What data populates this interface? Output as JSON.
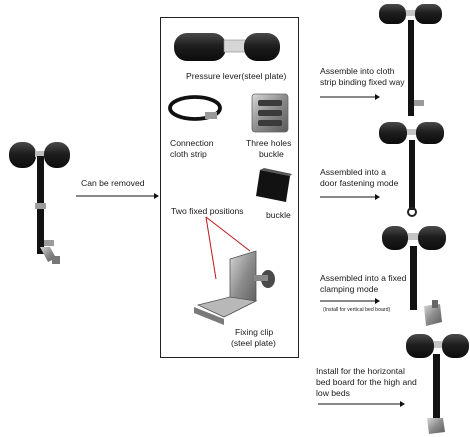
{
  "main_flow": {
    "arrow_label": "Can be removed"
  },
  "parts": {
    "pressure_lever": "Pressure lever(steel plate)",
    "connection_strip": [
      "Connection",
      "cloth strip"
    ],
    "three_holes_buckle": [
      "Three holes",
      "buckle"
    ],
    "buckle": "buckle",
    "two_fixed_positions": "Two fixed positions",
    "fixing_clip": [
      "Fixing clip",
      "(steel plate)"
    ]
  },
  "modes": [
    {
      "lines": [
        "Assemble into cloth",
        "strip binding fixed way"
      ],
      "note": ""
    },
    {
      "lines": [
        "Assembled into a",
        "door fastening mode"
      ],
      "note": ""
    },
    {
      "lines": [
        "Assembled into a fixed",
        "clamping mode"
      ],
      "note": "(Install for vertical bed board)"
    },
    {
      "lines": [
        "Install for the horizontal",
        "bed board for the high and",
        "low beds"
      ],
      "note": ""
    }
  ],
  "colors": {
    "foam": "#1c1c1c",
    "strap": "#111111",
    "metal": "#9a9a9a",
    "frame": "#222222"
  }
}
